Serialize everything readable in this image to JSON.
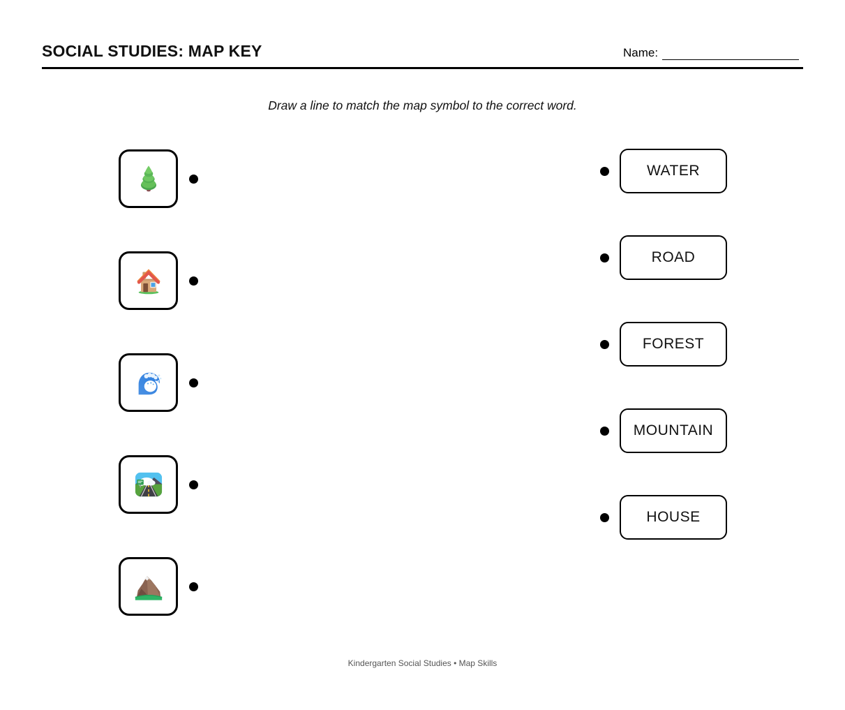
{
  "header": {
    "title": "SOCIAL STUDIES: MAP KEY",
    "name_label": "Name:"
  },
  "instruction": "Draw a line to match the map symbol to the correct word.",
  "symbols": [
    {
      "id": "tree",
      "icon": "evergreen-tree-icon"
    },
    {
      "id": "house",
      "icon": "house-icon"
    },
    {
      "id": "wave",
      "icon": "water-wave-icon"
    },
    {
      "id": "road",
      "icon": "motorway-road-icon"
    },
    {
      "id": "mountain",
      "icon": "snow-capped-mountain-icon"
    }
  ],
  "words": [
    {
      "label": "WATER"
    },
    {
      "label": "ROAD"
    },
    {
      "label": "FOREST"
    },
    {
      "label": "MOUNTAIN"
    },
    {
      "label": "HOUSE"
    }
  ],
  "footer": "Kindergarten Social Studies • Map Skills",
  "colors": {
    "background": "#ffffff",
    "ink": "#000000",
    "footer_text": "#555555"
  }
}
